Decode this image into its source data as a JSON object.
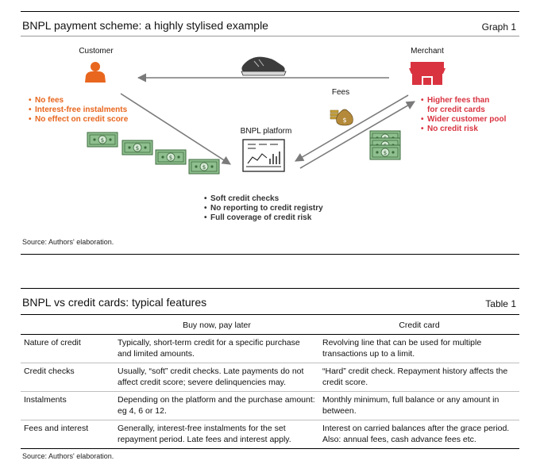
{
  "graph": {
    "title": "BNPL payment scheme: a highly stylised example",
    "tag": "Graph 1",
    "customer_label": "Customer",
    "merchant_label": "Merchant",
    "platform_label": "BNPL platform",
    "fees_label": "Fees",
    "customer_points": [
      "No fees",
      "Interest-free instalments",
      "No effect on credit score"
    ],
    "merchant_points": [
      "Higher fees than\nfor credit cards",
      "Wider customer pool",
      "No credit risk"
    ],
    "platform_points": [
      "Soft credit checks",
      "No reporting to credit registry",
      "Full coverage of credit risk"
    ],
    "source": "Source: Authors' elaboration.",
    "colors": {
      "customer_accent": "#e8661e",
      "merchant_accent": "#d93340",
      "cash_green": "#6aa06a"
    },
    "icons": [
      "person-icon",
      "store-icon",
      "sneaker-icon",
      "cash-icon",
      "money-bag-icon",
      "dashboard-icon"
    ]
  },
  "table": {
    "title": "BNPL vs credit cards: typical features",
    "tag": "Table 1",
    "headers": [
      "",
      "Buy now, pay later",
      "Credit card"
    ],
    "rows": [
      [
        "Nature of credit",
        "Typically, short-term credit for a specific purchase and limited amounts.",
        "Revolving line that can be used for multiple transactions up to a limit."
      ],
      [
        "Credit checks",
        "Usually, “soft” credit checks. Late payments do not affect credit score; severe delinquencies may.",
        "“Hard” credit check. Repayment history affects the credit score."
      ],
      [
        "Instalments",
        "Depending on the platform and the purchase amount: eg 4, 6 or 12.",
        "Monthly minimum, full balance or any amount in between."
      ],
      [
        "Fees and interest",
        "Generally, interest-free instalments for the set repayment period. Late fees and interest apply.",
        "Interest on carried balances after the grace period. Also: annual fees, cash advance fees etc."
      ]
    ],
    "source": "Source: Authors' elaboration."
  }
}
